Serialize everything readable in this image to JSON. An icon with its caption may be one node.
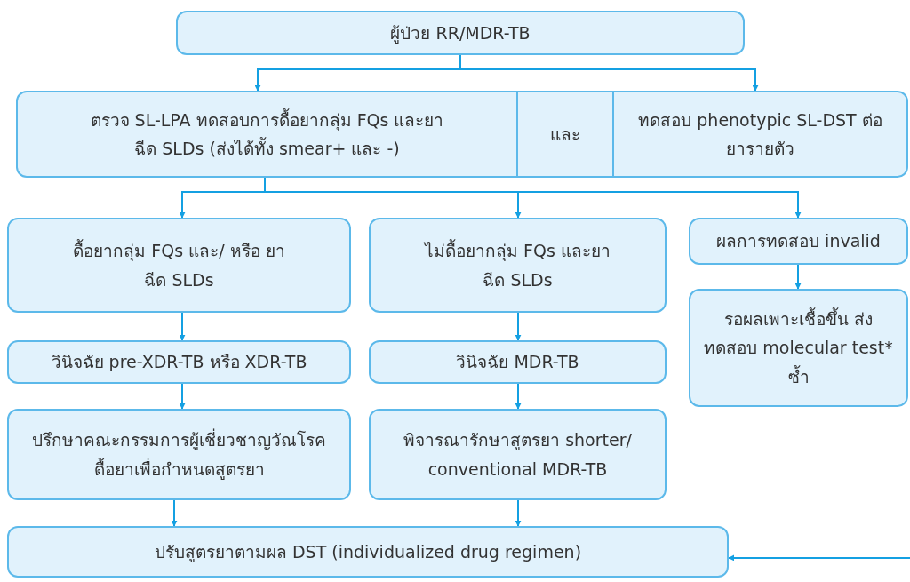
{
  "diagram": {
    "nodes": [
      {
        "text": [
          "ผู้ป่วย RR/MDR-TB"
        ]
      },
      {
        "text": [
          "ตรวจ SL-LPA ทดสอบการดื้อยากลุ่ม FQs และยาฉีด SLDs (ส่งได้ทั้ง smear+ และ -)"
        ]
      },
      {
        "text": [
          "และ"
        ]
      },
      {
        "text": [
          "ทดสอบ phenotypic SL-DST ต่อยารายตัว"
        ]
      },
      {
        "text": [
          "ดื้อยากลุ่ม FQs และ/ หรือ ยาฉีด SLDs"
        ]
      },
      {
        "text": [
          "ไม่ดื้อยากลุ่ม FQs และยาฉีด SLDs"
        ]
      },
      {
        "text": [
          "ผลการทดสอบ invalid"
        ]
      },
      {
        "text": [
          "วินิจฉัย pre-XDR-TB หรือ XDR-TB"
        ]
      },
      {
        "text": [
          "วินิจฉัย MDR-TB"
        ]
      },
      {
        "text": [
          "รอผลเพาะเชื้อขึ้น ส่งทดสอบ molecular test* ซ้ำ"
        ]
      },
      {
        "text": [
          "ปรึกษาคณะกรรมการผู้เชี่ยวชาญวัณโรคดื้อยาเพื่อกำหนดสูตรยา"
        ]
      },
      {
        "text": [
          "พิจารณารักษาสูตรยา shorter/ conventional MDR-TB"
        ]
      },
      {
        "text": [
          "ปรับสูตรยาตามผล DST (individualized drug regimen)"
        ]
      }
    ],
    "edges": [
      {
        "from": 0,
        "to": 1,
        "arrow": "to"
      },
      {
        "from": 0,
        "to": 3,
        "arrow": "to"
      },
      {
        "from": 1,
        "to": 4,
        "arrow": "to"
      },
      {
        "from": 1,
        "to": 5,
        "arrow": "to"
      },
      {
        "from": 1,
        "to": 6,
        "arrow": "to"
      },
      {
        "from": 4,
        "to": 7,
        "arrow": "to"
      },
      {
        "from": 7,
        "to": 10,
        "arrow": "to"
      },
      {
        "from": 10,
        "to": 12,
        "arrow": "to"
      },
      {
        "from": 5,
        "to": 8,
        "arrow": "to"
      },
      {
        "from": 8,
        "to": 11,
        "arrow": "to"
      },
      {
        "from": 11,
        "to": 12,
        "arrow": "to"
      },
      {
        "from": 6,
        "to": 9,
        "arrow": "to"
      },
      {
        "from": null,
        "to": 12,
        "arrow": "to"
      }
    ]
  }
}
